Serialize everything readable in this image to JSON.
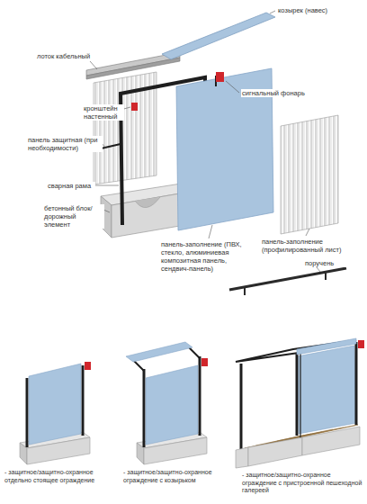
{
  "diagram": {
    "labels": [
      "козырек (навес)",
      "лоток кабельный",
      "сигнальный фонарь",
      "кронштейн настенный",
      "панель защитная (при необходимости)",
      "сварная рама",
      "бетонный блок/ дорожный элемент",
      "поручень",
      "панель-заполнение (ПВХ, стекло, алюминиевая композитная панель, сендвич-панель)",
      "панель-заполнение (профилированный лист)",
      "- защитное/защитно-охранное отдельно стоящее ограждение",
      "- защитное/защитно-охранное ограждение с козырьком",
      "- защитное/защитно-охранное ограждение с пристроенной пешеходной галереей"
    ]
  }
}
